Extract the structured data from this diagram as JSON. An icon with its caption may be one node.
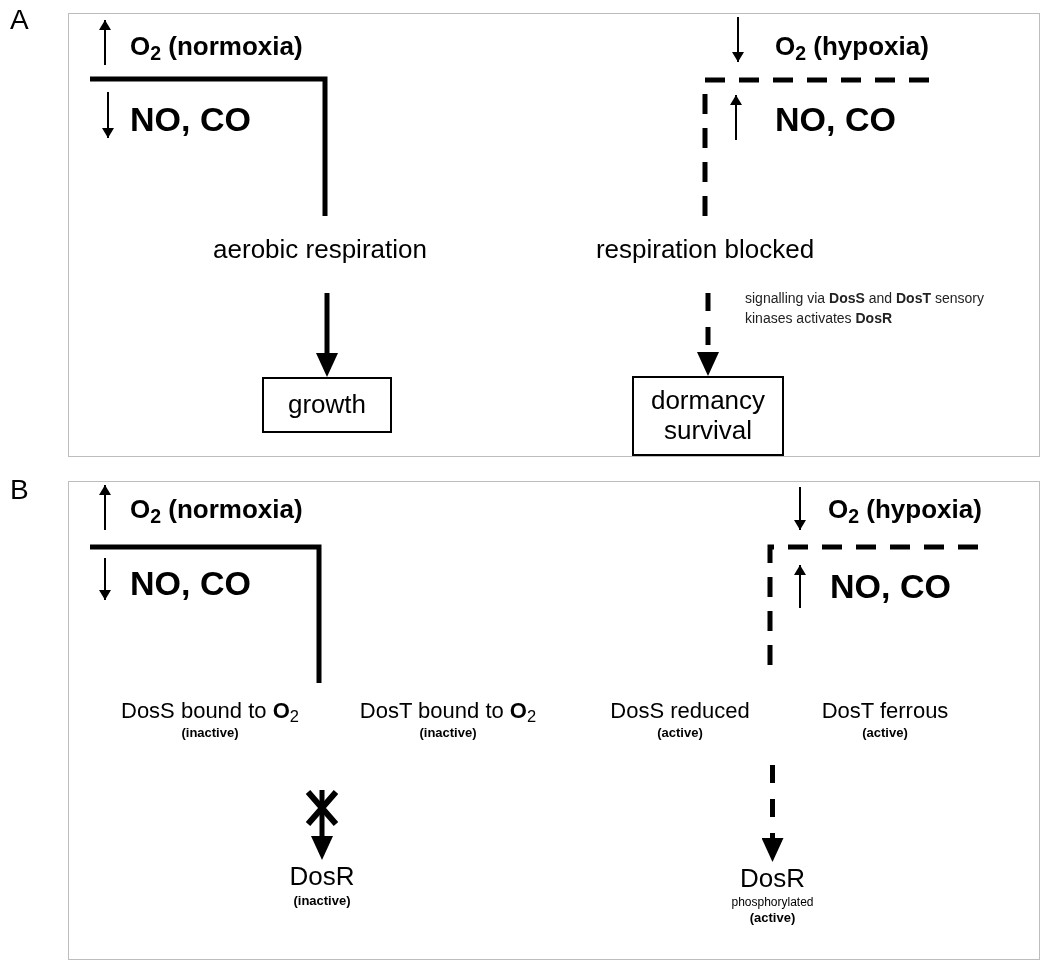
{
  "diagram": {
    "nodes": [
      {
        "text": [
          "A"
        ]
      },
      {
        "text": [
          "aerobic respiration"
        ],
        "in": 0
      },
      {
        "text": [
          "growth"
        ],
        "in": 0
      },
      {
        "text": [
          "respiration blocked"
        ],
        "in": 0
      },
      {
        "text": [
          "dormancy survival"
        ],
        "in": 0
      },
      {
        "text": [
          "B"
        ]
      },
      {
        "text": [
          "DosS bound to **O**$_{2}$",
          "(inactive)"
        ],
        "in": 5
      },
      {
        "text": [
          "DosT bound to **O**$_{2}$",
          "(inactive)"
        ],
        "in": 5
      },
      {
        "text": [
          "DosR",
          "(inactive)"
        ],
        "in": 5
      },
      {
        "text": [
          "DosS reduced",
          "(active)"
        ],
        "in": 5
      },
      {
        "text": [
          "DosT ferrous",
          "(active)"
        ],
        "in": 5
      },
      {
        "text": [
          "DosR",
          "phosphorylated",
          "(active)"
        ],
        "in": 5
      }
    ],
    "edges": [
      {
        "from": 1,
        "to": 2,
        "arrow": "to"
      },
      {
        "from": 3,
        "to": 4,
        "arrow": "to",
        "style": "dashed",
        "label": "signalling via **DosS** and **DosT** sensory kinases activates **DosR**"
      },
      {
        "from": null,
        "to": 8,
        "arrow": "to"
      },
      {
        "from": null,
        "to": 11,
        "arrow": "to",
        "style": "dashed"
      }
    ],
    "labels": [
      "O$_{2}$ (normoxia)",
      "NO, CO",
      "O$_{2}$ (hypoxia)",
      "NO, CO",
      "O$_{2}$ (normoxia)",
      "NO, CO",
      "O$_{2}$ (hypoxia)",
      "NO, CO"
    ]
  }
}
